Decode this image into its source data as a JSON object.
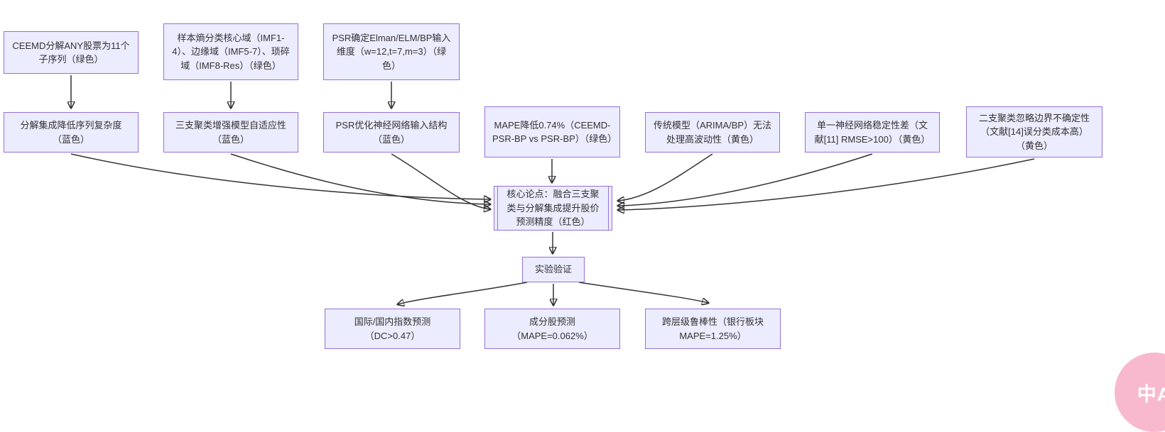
{
  "diagram": {
    "nodes": {
      "g1": {
        "label": "CEEMD分解ANY股票为11个子序列（绿色）"
      },
      "g2": {
        "label": "样本熵分类核心域（IMF1-4）、边缘域（IMF5-7）、琐碎域（IMF8-Res）（绿色）"
      },
      "g3": {
        "label": "PSR确定Elman/ELM/BP输入维度（w=12,t=7,m=3）（绿色）"
      },
      "b1": {
        "label": "分解集成降低序列复杂度（蓝色）"
      },
      "b2": {
        "label": "三支聚类增强模型自适应性（蓝色）"
      },
      "b3": {
        "label": "PSR优化神经网络输入结构（蓝色）"
      },
      "e1": {
        "label": "MAPE降低0.74%（CEEMD-PSR-BP vs PSR-BP）（绿色）"
      },
      "y1": {
        "label": "传统模型（ARIMA/BP）无法处理高波动性（黄色）"
      },
      "y2": {
        "label": "单一神经网络稳定性差（文献[11] RMSE>100）（黄色）"
      },
      "y3": {
        "label": "二支聚类忽略边界不确定性（文献[14]误分类成本高）（黄色）"
      },
      "core": {
        "label": "核心论点：融合三支聚类与分解集成提升股价预测精度（红色）"
      },
      "exp": {
        "label": "实验验证"
      },
      "r1": {
        "label": "国际/国内指数预测（DC>0.47）"
      },
      "r2": {
        "label": "成分股预测（MAPE=0.062%）"
      },
      "r3": {
        "label": "跨层级鲁棒性（银行板块 MAPE=1.25%）"
      }
    },
    "badge": {
      "label": "中A"
    },
    "colors": {
      "node_fill": "#ECECFF",
      "node_border": "#9370DB",
      "node_text": "#333333",
      "arrow": "#333333",
      "badge_bg": "#F8B9CE",
      "badge_text": "#FFFFFF"
    }
  }
}
